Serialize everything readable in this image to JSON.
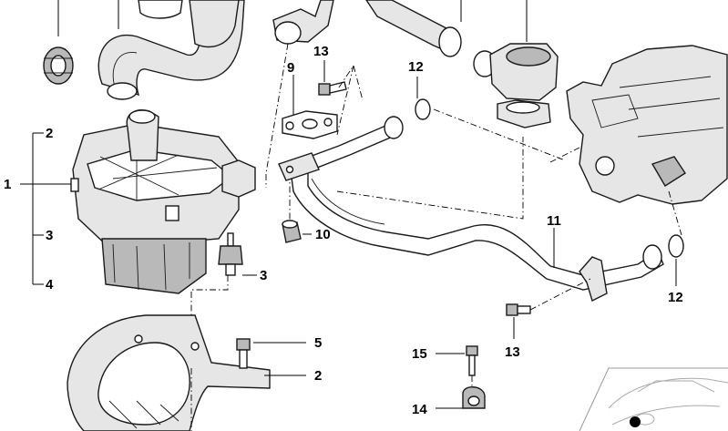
{
  "diagram": {
    "type": "exploded-parts-diagram",
    "subject": "secondary air pump assembly",
    "callouts": {
      "c1": "1",
      "c2_top": "2",
      "c3_left": "3",
      "c4": "4",
      "c3_mid": "3",
      "c5": "5",
      "c2_bottom": "2",
      "c9": "9",
      "c13_top": "13",
      "c12_top": "12",
      "c10": "10",
      "c11": "11",
      "c12_right": "12",
      "c13_bottom": "13",
      "c15": "15",
      "c14": "14"
    }
  }
}
